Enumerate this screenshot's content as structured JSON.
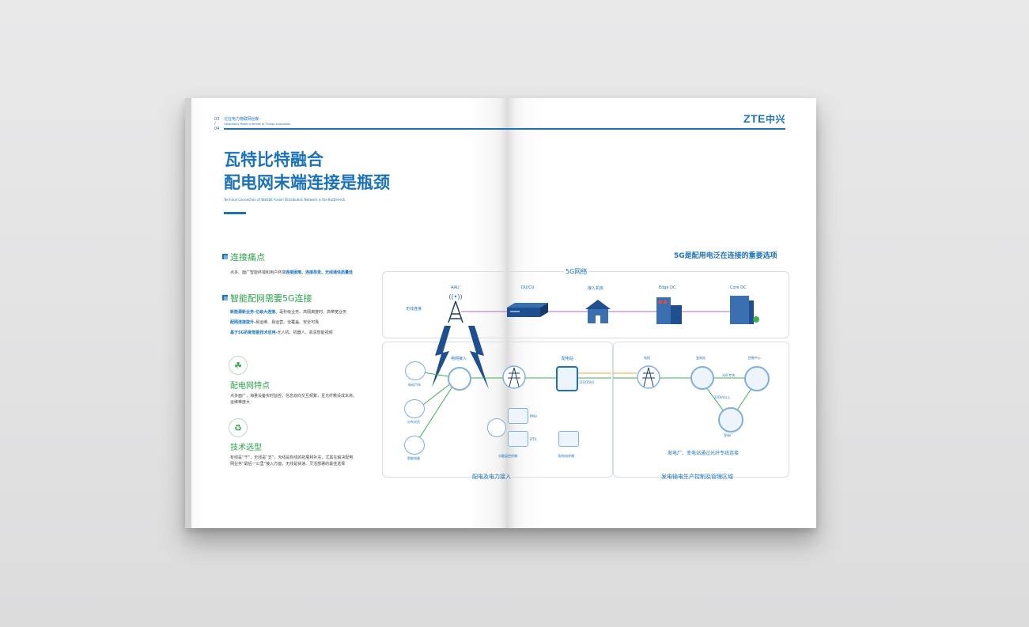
{
  "header": {
    "page_numbers": [
      "03",
      "/",
      "04"
    ],
    "section_cn": "泛在电力物联网创新",
    "section_en": "Ubiquitous Power Internet of Things Innovation",
    "logo_latin": "ZTE",
    "logo_cn": "中兴"
  },
  "title": {
    "line1": "瓦特比特融合",
    "line2": "配电网末端连接是瓶颈",
    "english": "Terminal Connection of Wattbit Fusion Distribution Network is the Bottleneck"
  },
  "sections": {
    "pain_points": {
      "title": "连接痛点",
      "text_plain": "点多、面广智能终端和用户终端",
      "text_bold": "连接困难、连接昂贵、无线通信质量低"
    },
    "smart_grid": {
      "title": "智能配网需要5G连接",
      "items": [
        {
          "bold": "新能源新业务-亿级大连接、",
          "plain": "毫秒级业务、高隔离度时、高带宽业务"
        },
        {
          "bold": "配网连接提升-",
          "plain": "易运维、易运营、全覆盖、安全可靠"
        },
        {
          "bold": "基于5G的新智能技术应用-",
          "plain": "无人机、机器人、高清智能视频"
        }
      ]
    },
    "features": {
      "title": "配电网特点",
      "text": "点多面广，海量设备实时监控，信息双向交互频繁，且光纤敷设成本高，运维难度大"
    },
    "tech": {
      "title": "技术选型",
      "text": "有线是“干”，无线是“支”，无线是有线的拓展和补充，尤其在解决配电网业务“最后一公里”接入方面，无线是快速、灵活部署的最佳选择"
    }
  },
  "diagram": {
    "heading": "5G是配用电泛在连接的重要选项",
    "network_box": "5G网络",
    "wireless_label": "无线连接",
    "network_nodes": [
      "AAU",
      "DU/CU",
      "接入机房",
      "Edge DC",
      "Core DC"
    ],
    "dist_labels": {
      "grid_access": "电网接入",
      "substation": "配电站",
      "voltage": "110/35kV",
      "ev": "电动汽车",
      "pv": "分布光伏",
      "meter": "智能电器",
      "pmu": "PMU",
      "dtu": "DTU",
      "dist_monitor": "分散监控终端",
      "dist_term": "配电站终端"
    },
    "gen_labels": {
      "tower": "电塔",
      "trans_station": "变电站",
      "control_center": "控制中心",
      "fiber": "光纤专线",
      "voltage2": "220kV以上",
      "power_plant": "发电厂",
      "note": "发电厂、变电站通过光纤专线连接"
    },
    "captions": {
      "left": "配电及电力接入",
      "right": "发电输电生产控制及管理区域"
    }
  }
}
